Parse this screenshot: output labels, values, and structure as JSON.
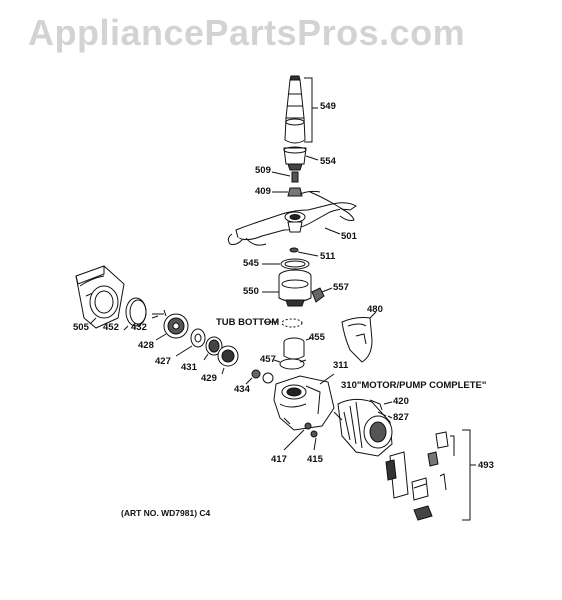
{
  "watermark": "AppliancePartsPros.com",
  "art_note": "(ART NO. WD7981) C4",
  "callouts": {
    "c549": "549",
    "c554": "554",
    "c509": "509",
    "c409": "409",
    "c501": "501",
    "c511": "511",
    "c545": "545",
    "c550": "550",
    "c557": "557",
    "c480": "480",
    "c505": "505",
    "c452": "452",
    "c432": "432",
    "c428": "428",
    "c427": "427",
    "c431": "431",
    "c429": "429",
    "c434": "434",
    "c457": "457",
    "c455": "455",
    "c311": "311",
    "c310": "310\"MOTOR/PUMP COMPLETE\"",
    "c420": "420",
    "c827": "827",
    "c417": "417",
    "c415": "415",
    "c493": "493",
    "tub_bottom": "TUB BOTTOM"
  },
  "colors": {
    "ink": "#111111",
    "watermark": "#d3d3d3",
    "background": "#ffffff"
  }
}
